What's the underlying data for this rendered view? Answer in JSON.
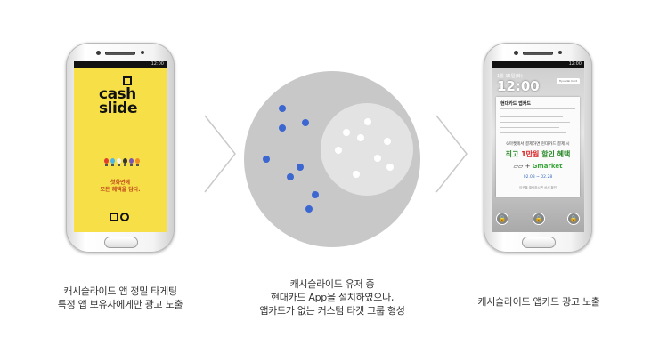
{
  "left_phone": {
    "status_time": "12:00",
    "logo_line1": "cash",
    "logo_line2": "slide",
    "message_line1": "첫화면에",
    "message_line2": "모든 혜택을 담다."
  },
  "right_phone": {
    "status_time": "12:00",
    "date_text": "1월 15일(화)",
    "clock": "12:00",
    "tag_text": "Hyundai Card",
    "ad_heading": "현대카드 앱카드",
    "ad_sub": "G마켓에서 결제하면 현대카드 결제 시",
    "ad_highlight_prefix": "최고 ",
    "ad_highlight_red": "1만원",
    "ad_highlight_suffix": " 할인 혜택",
    "ad_logo_plus": "+",
    "ad_logo_gmarket": "Gmarket",
    "ad_period": "02.03 ~ 02.28",
    "ad_footer": "이곳을 클릭하시면 상세 확인"
  },
  "diagram": {
    "blue_dot_color": "#3c66d0",
    "outer_circle_color": "#c8c8c8",
    "inner_circle_color": "#e3e3e3"
  },
  "captions": {
    "left": [
      "캐시슬라이드 앱 정밀 타게팅",
      "특정 앱 보유자에게만 광고 노출"
    ],
    "middle": [
      "캐시슬라이드 유저 중",
      "현대카드 App을 설치하였으나,",
      "앱카드가 없는 커스텀 타겟 그룹 형성"
    ],
    "right": [
      "캐시슬라이드 앱카드 광고 노출"
    ]
  }
}
